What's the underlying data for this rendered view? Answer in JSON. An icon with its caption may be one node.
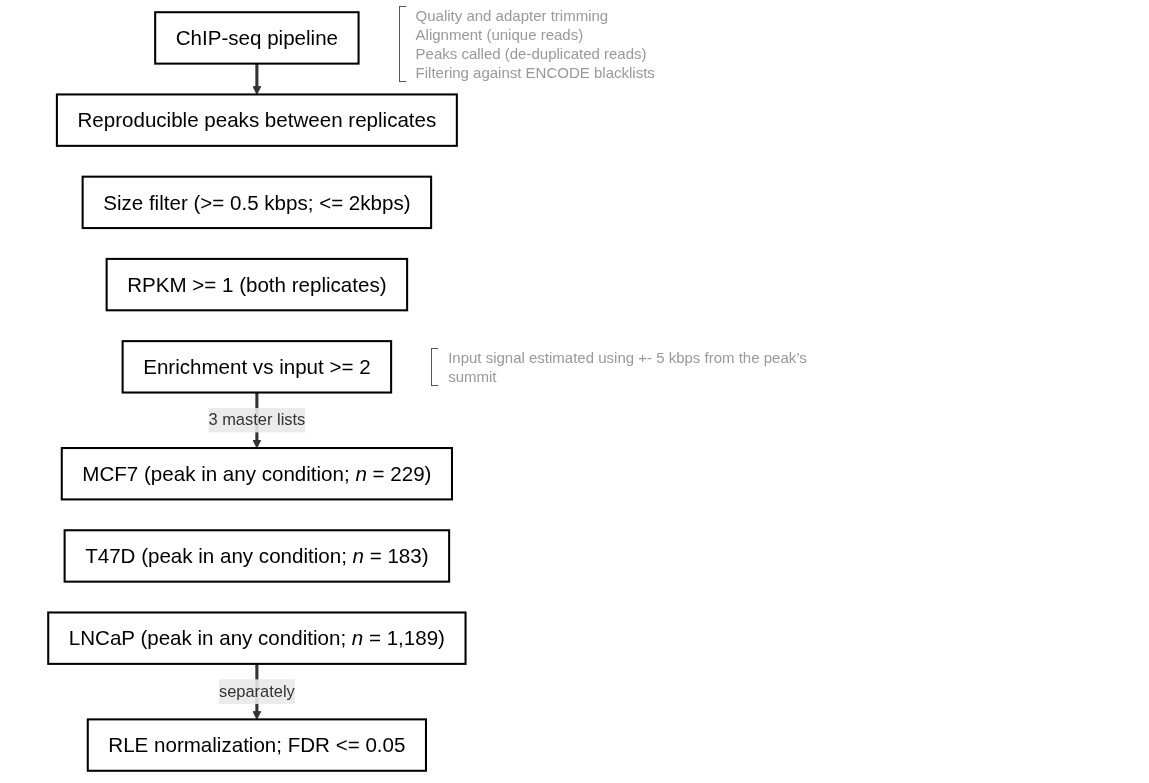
{
  "diagram": {
    "nodes": [
      {
        "text": [
          "ChIP-seq pipeline"
        ],
        "beside": [
          "Quality and adapter trimming",
          "Alignment (unique reads)",
          "Peaks called (de-duplicated reads)",
          "Filtering against ENCODE blacklists"
        ]
      },
      {
        "text": [
          "Reproducible peaks between replicates"
        ]
      },
      {
        "text": [
          "Size filter (>= 0.5 kbps; <= 2kbps)"
        ]
      },
      {
        "text": [
          "RPKM >= 1 (both replicates)"
        ]
      },
      {
        "text": [
          "Enrichment vs input >= 2"
        ],
        "beside": [
          "Input signal estimated using +- 5 kbps from the peak’s summit"
        ]
      },
      {
        "text": [
          "MCF7 (peak in any condition; *n* = 229)"
        ]
      },
      {
        "text": [
          "T47D (peak in any condition; *n* = 183)"
        ]
      },
      {
        "text": [
          "LNCaP (peak in any condition; *n* = 1,189)"
        ]
      },
      {
        "text": [
          "RLE normalization; FDR <= 0.05"
        ]
      }
    ],
    "edges": [
      {
        "from": 0,
        "to": 1,
        "arrow": "to"
      },
      {
        "from": 4,
        "to": 5,
        "arrow": "to",
        "label": "3 master lists"
      },
      {
        "from": 7,
        "to": 8,
        "arrow": "to",
        "label": "separately"
      }
    ]
  }
}
